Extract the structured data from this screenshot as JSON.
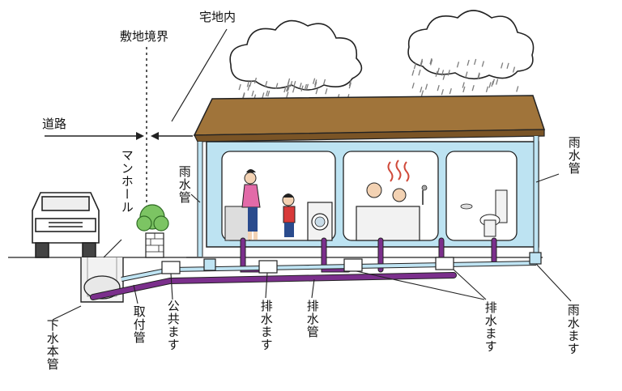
{
  "labels": {
    "site_boundary": "敷地境界",
    "residential": "宅地内",
    "road": "道路",
    "manhole": "マンホール",
    "rain_pipe_left": "雨水管",
    "rain_pipe_right": "雨水管",
    "sewer_main": "下水本管",
    "connection_pipe": "取付管",
    "public_basin": "公共ます",
    "drain_basin_1": "排水ます",
    "drain_pipe": "排水管",
    "drain_basin_2": "排水ます",
    "rain_basin": "雨水ます"
  },
  "colors": {
    "roof": "#a0743a",
    "roof_dark": "#7a5426",
    "house_wall": "#bde3f2",
    "room": "#ffffff",
    "rain_pipe": "#bfe4f3",
    "drain_pipe": "#7b2f8c",
    "cloud": "#ffffff",
    "rain": "#7d7d7d",
    "ground": "#444444"
  },
  "icons": [
    "cloud-icon",
    "car-icon",
    "tree-icon",
    "person-icon",
    "washing-machine-icon",
    "bathtub-icon",
    "toilet-icon"
  ]
}
